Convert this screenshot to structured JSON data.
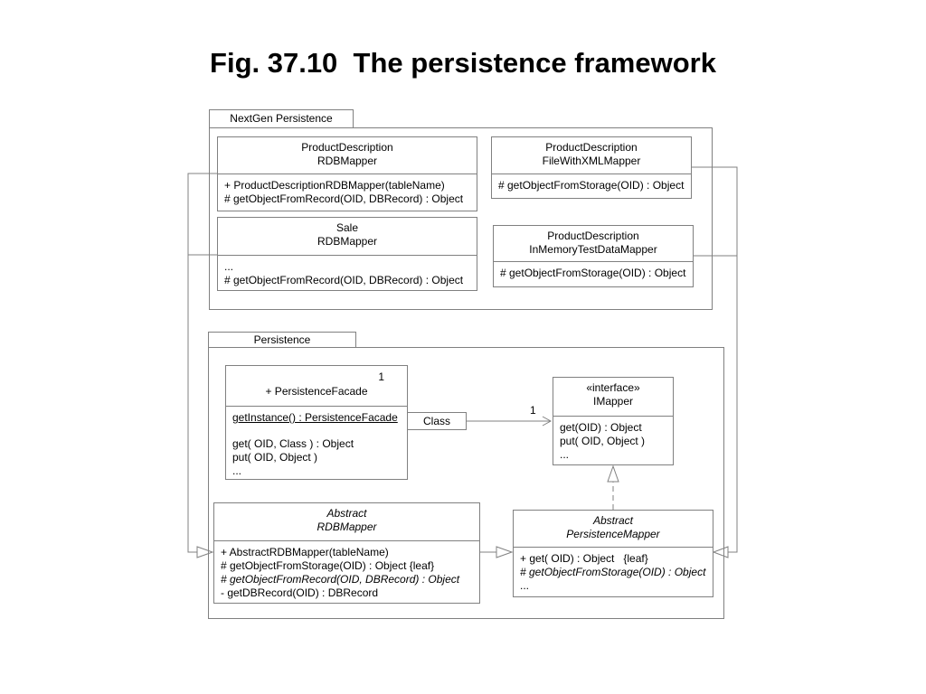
{
  "title": "Fig. 37.10  The persistence framework",
  "packages": {
    "nextgen": {
      "label": "NextGen Persistence"
    },
    "persistence": {
      "label": "Persistence"
    }
  },
  "classes": {
    "pd_rdb": {
      "name_line1": "ProductDescription",
      "name_line2": "RDBMapper",
      "ops": [
        "+ ProductDescriptionRDBMapper(tableName)",
        "# getObjectFromRecord(OID, DBRecord) : Object"
      ]
    },
    "pd_file": {
      "name_line1": "ProductDescription",
      "name_line2": "FileWithXMLMapper",
      "ops": [
        "# getObjectFromStorage(OID) : Object"
      ]
    },
    "sale_rdb": {
      "name_line1": "Sale",
      "name_line2": "RDBMapper",
      "ops": [
        "...",
        "# getObjectFromRecord(OID, DBRecord) : Object"
      ]
    },
    "pd_mem": {
      "name_line1": "ProductDescription",
      "name_line2": "InMemoryTestDataMapper",
      "ops": [
        "# getObjectFromStorage(OID) : Object"
      ]
    },
    "facade": {
      "multiplicity": "1",
      "name": "+ PersistenceFacade",
      "op_static": "getInstance() : PersistenceFacade",
      "ops": [
        "get( OID, Class ) : Object",
        "put( OID, Object )",
        "..."
      ]
    },
    "imapper": {
      "stereotype": "«interface»",
      "name": "IMapper",
      "ops": [
        "get(OID) : Object",
        "put( OID, Object )",
        "..."
      ]
    },
    "abs_rdb": {
      "name_line1": "Abstract",
      "name_line2": "RDBMapper",
      "ops": [
        "+ AbstractRDBMapper(tableName)",
        "# getObjectFromStorage(OID) : Object {leaf}"
      ],
      "op_abstract": "# getObjectFromRecord(OID, DBRecord) : Object",
      "op_last": "- getDBRecord(OID) : DBRecord"
    },
    "abs_pm": {
      "name_line1": "Abstract",
      "name_line2": "PersistenceMapper",
      "op_first": "+ get( OID) : Object   {leaf}",
      "op_abstract": "# getObjectFromStorage(OID) : Object",
      "op_last": "..."
    }
  },
  "association": {
    "qualifier": "Class",
    "multiplicity": "1"
  }
}
